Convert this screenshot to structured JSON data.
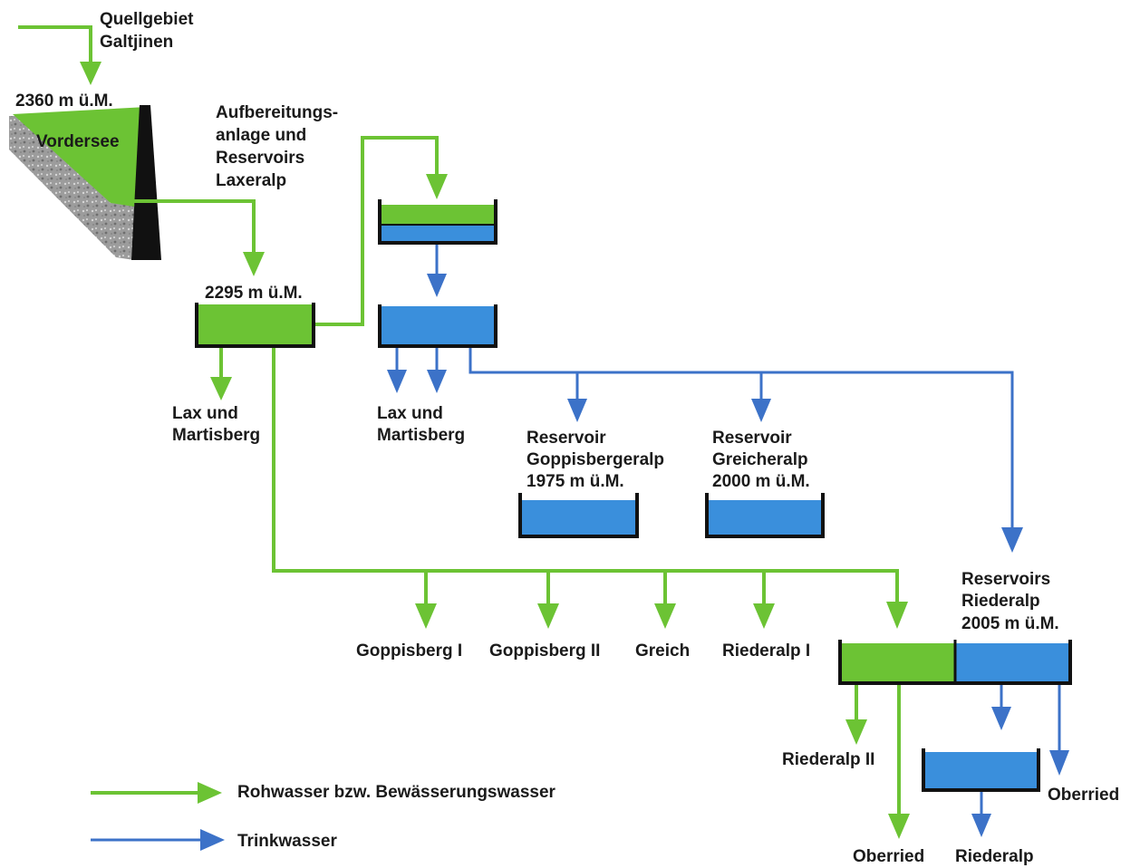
{
  "colors": {
    "raw_water": "#6cc334",
    "drinking_water": "#3c72c8",
    "reservoir_blue": "#3a8fdc",
    "reservoir_green": "#6cc334",
    "outline": "#111111"
  },
  "source": {
    "line1": "Quellgebiet",
    "line2": "Galtjinen"
  },
  "lake": {
    "altitude": "2360 m ü.M.",
    "name": "Vordersee"
  },
  "treatment": {
    "line1": "Aufbereitungs-",
    "line2": "anlage und",
    "line3": "Reservoirs",
    "line4": "Laxeralp"
  },
  "laxeralp_basin": {
    "altitude": "2295 m ü.M."
  },
  "lax_green": {
    "line1": "Lax und",
    "line2": "Martisberg"
  },
  "lax_blue": {
    "line1": "Lax und",
    "line2": "Martisberg"
  },
  "reservoir_goppisbergeralp": {
    "line1": "Reservoir",
    "line2": "Goppisbergeralp",
    "line3": "1975 m ü.M."
  },
  "reservoir_greicheralp": {
    "line1": "Reservoir",
    "line2": "Greicheralp",
    "line3": "2000 m ü.M."
  },
  "reservoirs_riederalp": {
    "line1": "Reservoirs",
    "line2": "Riederalp",
    "line3": "2005 m ü.M."
  },
  "irrigation_targets": {
    "goppisberg1": "Goppisberg I",
    "goppisberg2": "Goppisberg II",
    "greich": "Greich",
    "riederalp1": "Riederalp I"
  },
  "riederalp_outputs": {
    "riederalp2": "Riederalp II",
    "oberried_green": "Oberried",
    "riederalp": "Riederalp",
    "oberried_blue": "Oberried"
  },
  "legend": {
    "raw_water": "Rohwasser bzw. Bewässerungswasser",
    "drinking_water": "Trinkwasser"
  }
}
